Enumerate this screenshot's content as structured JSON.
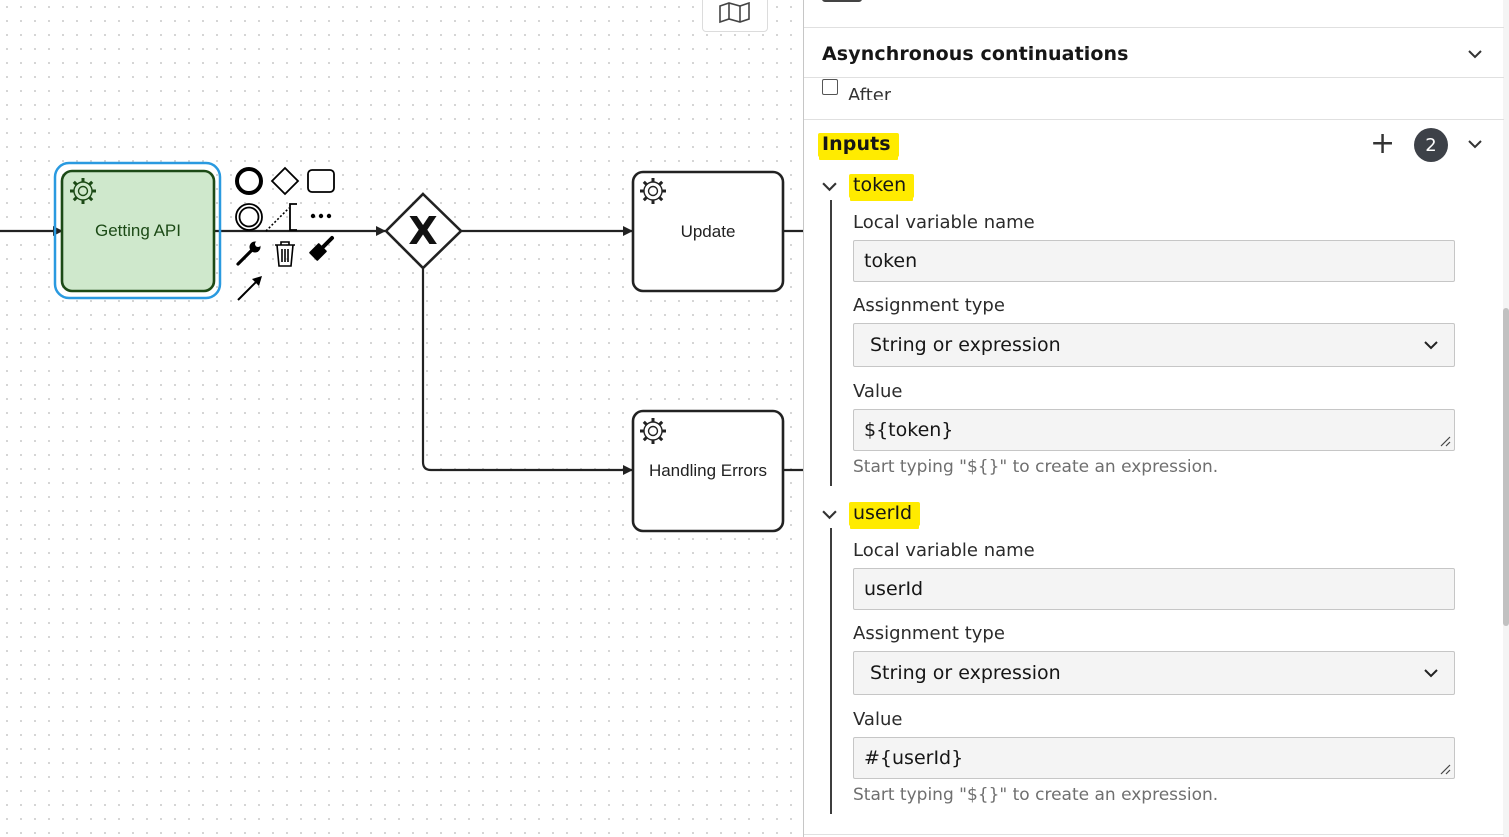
{
  "diagram": {
    "tasks": [
      {
        "id": "getting-api",
        "label": "Getting API",
        "selected": true
      },
      {
        "id": "update",
        "label": "Update"
      },
      {
        "id": "handling-errors",
        "label": "Handling Errors"
      }
    ],
    "gateway": {
      "type": "exclusive",
      "marker": "X"
    },
    "context_pad": [
      "end-event-icon",
      "gateway-icon",
      "task-icon",
      "intermediate-event-icon",
      "text-annotation-icon",
      "more-icon",
      "wrench-icon",
      "trash-icon",
      "color-brush-icon",
      "connect-arrow-icon"
    ]
  },
  "panel": {
    "async_group": {
      "title": "Asynchronous continuations",
      "after_label": "After",
      "after_checked": false
    },
    "inputs_group": {
      "title": "Inputs",
      "count": "2",
      "add_symbol": "+",
      "entries": [
        {
          "name": "token",
          "local_label": "Local variable name",
          "local_value": "token",
          "type_label": "Assignment type",
          "type_value": "String or expression",
          "value_label": "Value",
          "value": "${token}",
          "hint": "Start typing \"${}\" to create an expression."
        },
        {
          "name": "userId",
          "local_label": "Local variable name",
          "local_value": "userId",
          "type_label": "Assignment type",
          "type_value": "String or expression",
          "value_label": "Value",
          "value": "#{userId}",
          "hint": "Start typing \"${}\" to create an expression."
        }
      ]
    }
  },
  "colors": {
    "selected_task_fill": "#cfe8cc",
    "selected_task_stroke": "#1c4a16",
    "selection_outline": "#2a9ae0",
    "highlight": "#ffeb00",
    "badge": "#3d4148"
  }
}
